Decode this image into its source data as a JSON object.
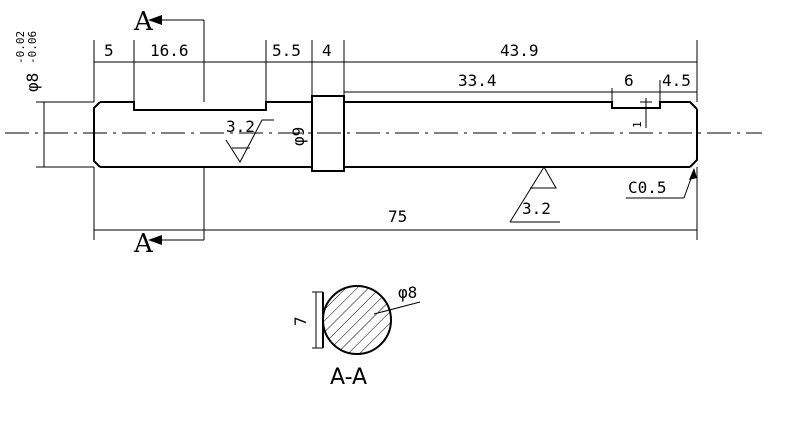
{
  "section_marks": {
    "top": "A",
    "bottom": "A"
  },
  "section_title": "A-A",
  "dims": {
    "d5": "5",
    "d16_6": "16.6",
    "d5_5": "5.5",
    "d4": "4",
    "d43_9": "43.9",
    "d33_4": "33.4",
    "d6": "6",
    "d4_5": "4.5",
    "d1": "1",
    "d75": "75",
    "phi9": "φ9",
    "chamfer": "C0.5",
    "rough1": "3.2",
    "rough2": "3.2",
    "phi8_section": "φ8",
    "flat7": "7"
  },
  "tolerance": {
    "base": "φ8",
    "upper": "-0.02",
    "lower": "-0.06"
  }
}
